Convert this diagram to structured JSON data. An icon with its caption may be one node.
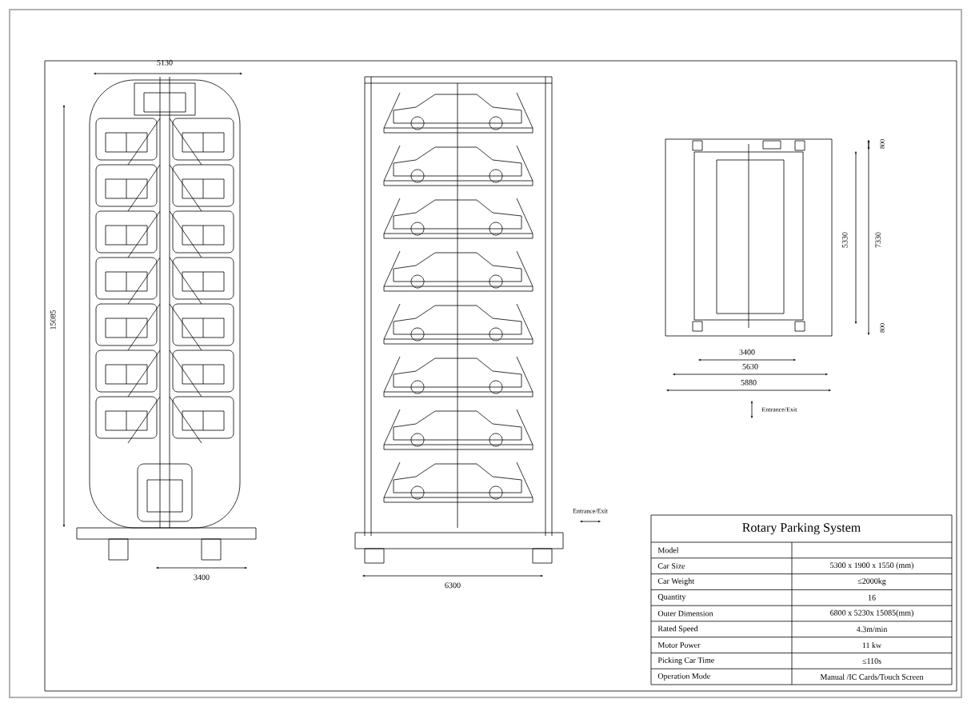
{
  "diagram": {
    "labels": [
      "5130",
      "15085",
      "3400",
      "6300",
      "Entrance/Exit",
      "800",
      "5330",
      "7330",
      "800",
      "3400",
      "5630",
      "5880",
      "Entrance/Exit",
      "Rotary Parking System",
      "Model",
      "Car Size",
      "5300 x 1900 x 1550 (mm)",
      "Car Weight",
      "≤2000kg",
      "Quantity",
      "16",
      "Outer Dimension",
      "6800 x 5230x 15085(mm)",
      "Rated Speed",
      "4.3m/min",
      "Motor Power",
      "11 kw",
      "Picking Car Time",
      "≤110s",
      "Operation Mode",
      "Manual /IC Cards/Touch Screen"
    ]
  }
}
